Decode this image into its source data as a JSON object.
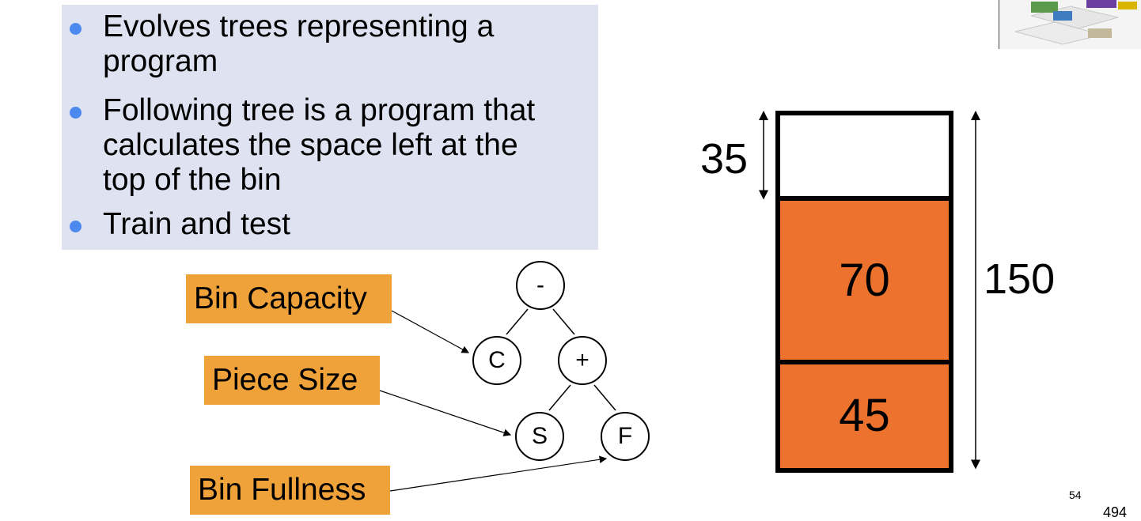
{
  "bullets": [
    {
      "text": "Evolves trees representing a program",
      "lines": [
        "Evolves trees representing a",
        "program"
      ]
    },
    {
      "text": "Following tree is a program that calculates the space left at the top of the bin",
      "lines": [
        "Following tree is a program that",
        "calculates the space left at the",
        "top of the bin"
      ]
    },
    {
      "text": "Train and test",
      "lines": [
        "Train and test"
      ]
    }
  ],
  "labels": {
    "bin_capacity": "Bin Capacity",
    "piece_size": "Piece Size",
    "bin_fullness": "Bin Fullness"
  },
  "tree": {
    "root": "-",
    "left": "C",
    "right": "+",
    "right_left": "S",
    "right_right": "F"
  },
  "bin": {
    "space_left": "35",
    "segment_upper": "70",
    "segment_lower": "45",
    "capacity": "150"
  },
  "page_number": "54",
  "page_number_secondary": "494",
  "colors": {
    "bullet_box": "#dfe2f1",
    "bullet_dot": "#4d8af0",
    "label_fill": "#f0a23a",
    "bin_fill": "#ec722e"
  }
}
